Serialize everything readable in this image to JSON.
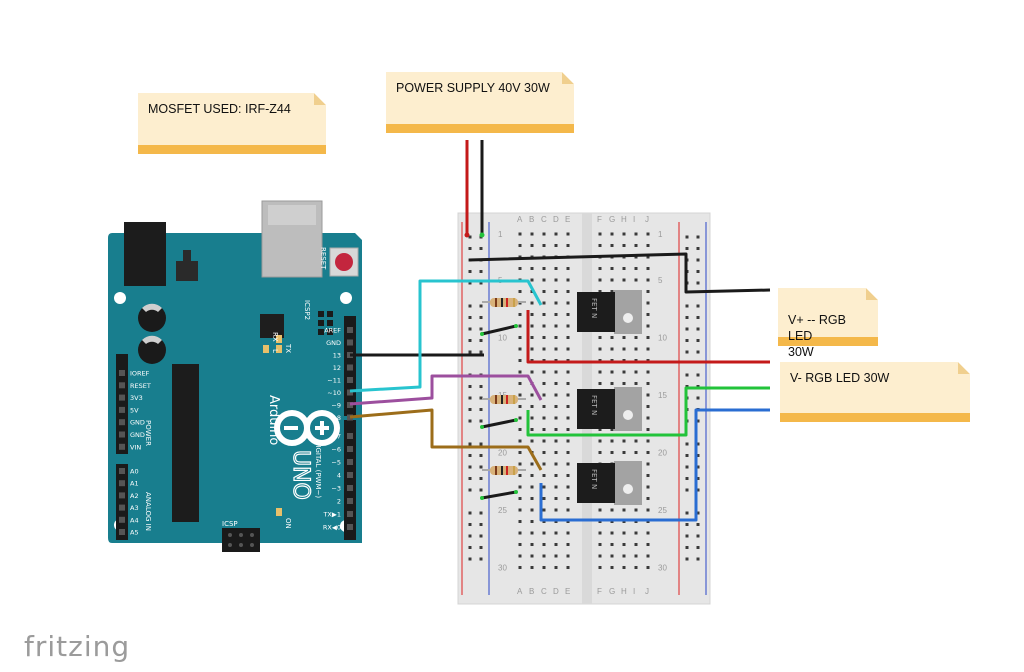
{
  "notes": {
    "mosfet": "MOSFET USED:  IRF-Z44",
    "power": "POWER SUPPLY 40V 30W",
    "vplus": "V+ -- RGB LED\n30W",
    "vminus": "V-  RGB LED  30W"
  },
  "logo": "fritzing",
  "arduino": {
    "brand": "Arduino",
    "model": "UNO",
    "digital_header": "DIGITAL (PWM~)",
    "power_header": "POWER",
    "analog_header": "ANALOG IN",
    "reset": "RESET",
    "icsp2": "ICSP2",
    "icsp": "ICSP",
    "on": "ON",
    "led_labels": [
      "L",
      "TX",
      "RX"
    ],
    "digital_pins": [
      "AREF",
      "GND",
      "13",
      "12",
      "~11",
      "~10",
      "~9",
      "8",
      "7",
      "~6",
      "~5",
      "4",
      "~3",
      "2",
      "TX▶1",
      "RX◀0"
    ],
    "power_pins": [
      "IOREF",
      "RESET",
      "3V3",
      "5V",
      "GND",
      "GND",
      "VIN"
    ],
    "analog_pins": [
      "A0",
      "A1",
      "A2",
      "A3",
      "A4",
      "A5"
    ]
  },
  "breadboard": {
    "cols_left": [
      "A",
      "B",
      "C",
      "D",
      "E"
    ],
    "cols_right": [
      "F",
      "G",
      "H",
      "I",
      "J"
    ],
    "row_numbers": [
      "1",
      "5",
      "10",
      "15",
      "20",
      "25",
      "30"
    ]
  },
  "mosfet_label": "FET N",
  "colors": {
    "arduino": "#187e8e",
    "wire_red": "#c41a1a",
    "wire_black": "#1a1a1a",
    "wire_cyan": "#28c4cf",
    "wire_purple": "#9c4f9e",
    "wire_brown": "#9c6d1a",
    "wire_green": "#22c33a",
    "wire_blue": "#2a6dd2",
    "note": "#fdeecf",
    "note_bar": "#f4b84a"
  }
}
